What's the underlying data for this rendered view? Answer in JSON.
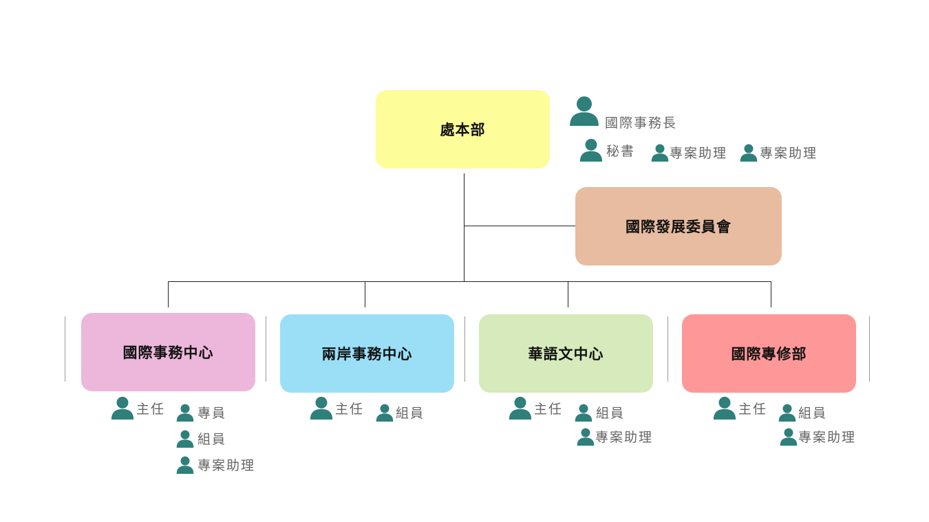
{
  "colors": {
    "connector": "#222222",
    "person_icon": "#2f7f7b",
    "label_text": "#666666"
  },
  "head_office": {
    "label": "處本部",
    "color": "#fdfd9a"
  },
  "head_staff": {
    "director": "國際事務長",
    "secretary": "秘書",
    "assistant_1": "專案助理",
    "assistant_2": "專案助理"
  },
  "committee": {
    "label": "國際發展委員會",
    "color": "#e8bca0"
  },
  "departments": [
    {
      "label": "國際事務中心",
      "color": "#ecb7da",
      "staff": [
        "主任",
        "專員",
        "組員",
        "專案助理"
      ]
    },
    {
      "label": "兩岸事務中心",
      "color": "#9bdff7",
      "staff": [
        "主任",
        "組員"
      ]
    },
    {
      "label": "華語文中心",
      "color": "#d6eabb",
      "staff": [
        "主任",
        "組員",
        "專案助理"
      ]
    },
    {
      "label": "國際專修部",
      "color": "#fe9898",
      "staff": [
        "主任",
        "組員",
        "專案助理"
      ]
    }
  ]
}
